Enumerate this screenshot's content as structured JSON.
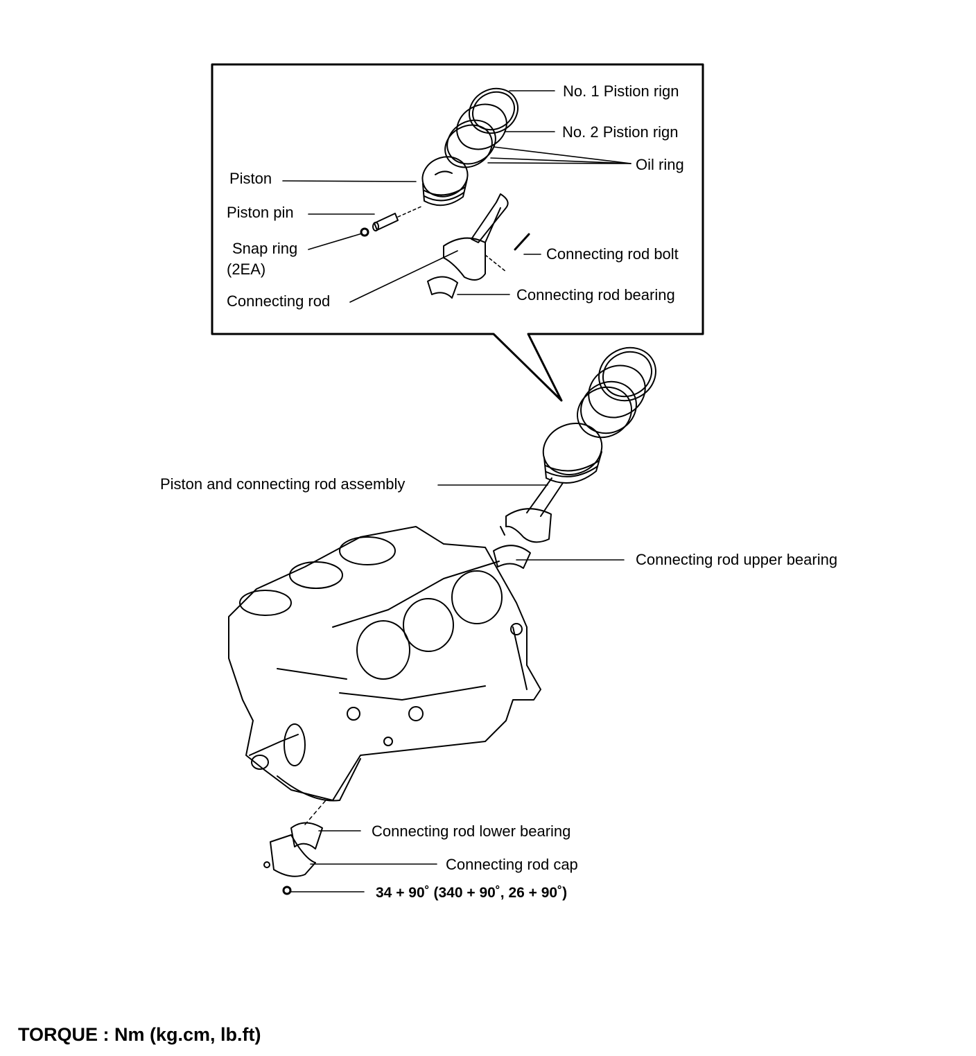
{
  "labels": {
    "ring1": "No. 1 Pistion rign",
    "ring2": "No. 2 Pistion rign",
    "oil_ring": "Oil ring",
    "piston": "Piston",
    "piston_pin": "Piston pin",
    "snap_ring": "Snap ring",
    "snap_ring_qty": "(2EA)",
    "rod_bolt": "Connecting rod bolt",
    "rod": "Connecting rod",
    "rod_bearing": "Connecting rod bearing",
    "assembly": "Piston and connecting rod assembly",
    "upper_bearing": "Connecting rod upper bearing",
    "lower_bearing": "Connecting rod lower bearing",
    "rod_cap": "Connecting rod cap",
    "torque_spec": "34 + 90˚ (340 + 90˚, 26 + 90˚)"
  },
  "footer": {
    "torque_units": "TORQUE : Nm (kg.cm, lb.ft)"
  }
}
